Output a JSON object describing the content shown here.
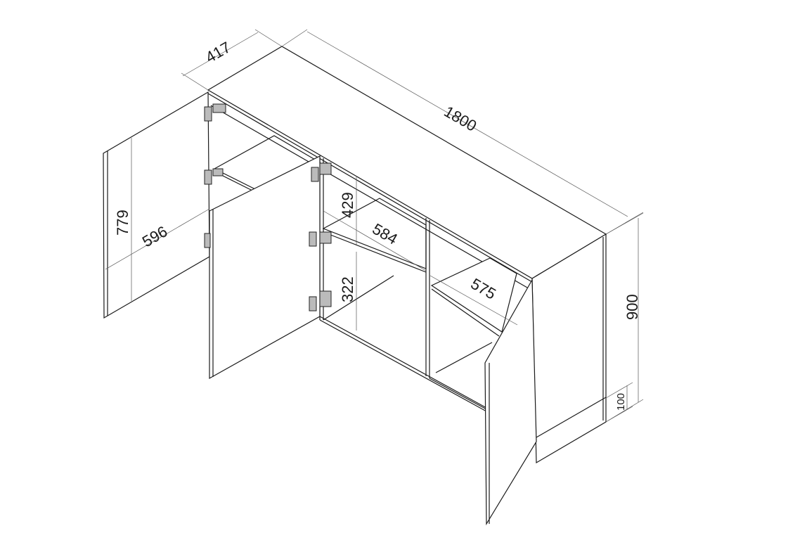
{
  "title": "Sideboard dimension drawing",
  "dimensions": {
    "depth": "417",
    "width": "1800",
    "height": "900",
    "plinth": "100",
    "door_height": "779",
    "door_width": "596",
    "upper_shelf_gap": "429",
    "lower_shelf_gap": "322",
    "middle_shelf_width": "584",
    "right_shelf_width": "575"
  },
  "colors": {
    "line": "#1a1a1a",
    "dim": "#555555"
  }
}
